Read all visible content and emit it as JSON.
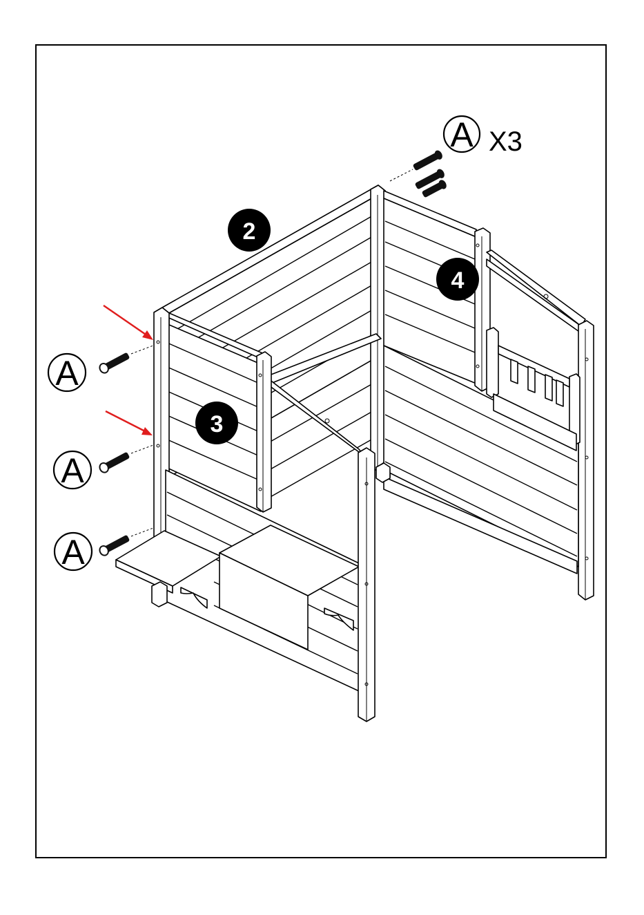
{
  "hardware": {
    "letter": "A",
    "quantity_label": "X3"
  },
  "panels": [
    "2",
    "3",
    "4"
  ],
  "colors": {
    "ink": "#000000",
    "arrow": "#e01e1e",
    "badge": "#000000"
  }
}
